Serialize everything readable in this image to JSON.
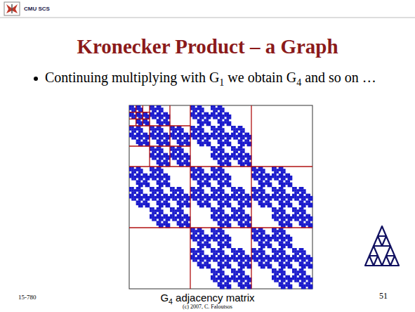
{
  "diagram": {
    "title": "Kronecker Product – a Graph",
    "caption": "G4 adjacency matrix",
    "labels": [
      "CMU SCS",
      "Continuing multiplying with G1 we obtain G4 and so on …",
      "15-780",
      "(c) 2007, C. Faloutsos",
      "51"
    ]
  }
}
